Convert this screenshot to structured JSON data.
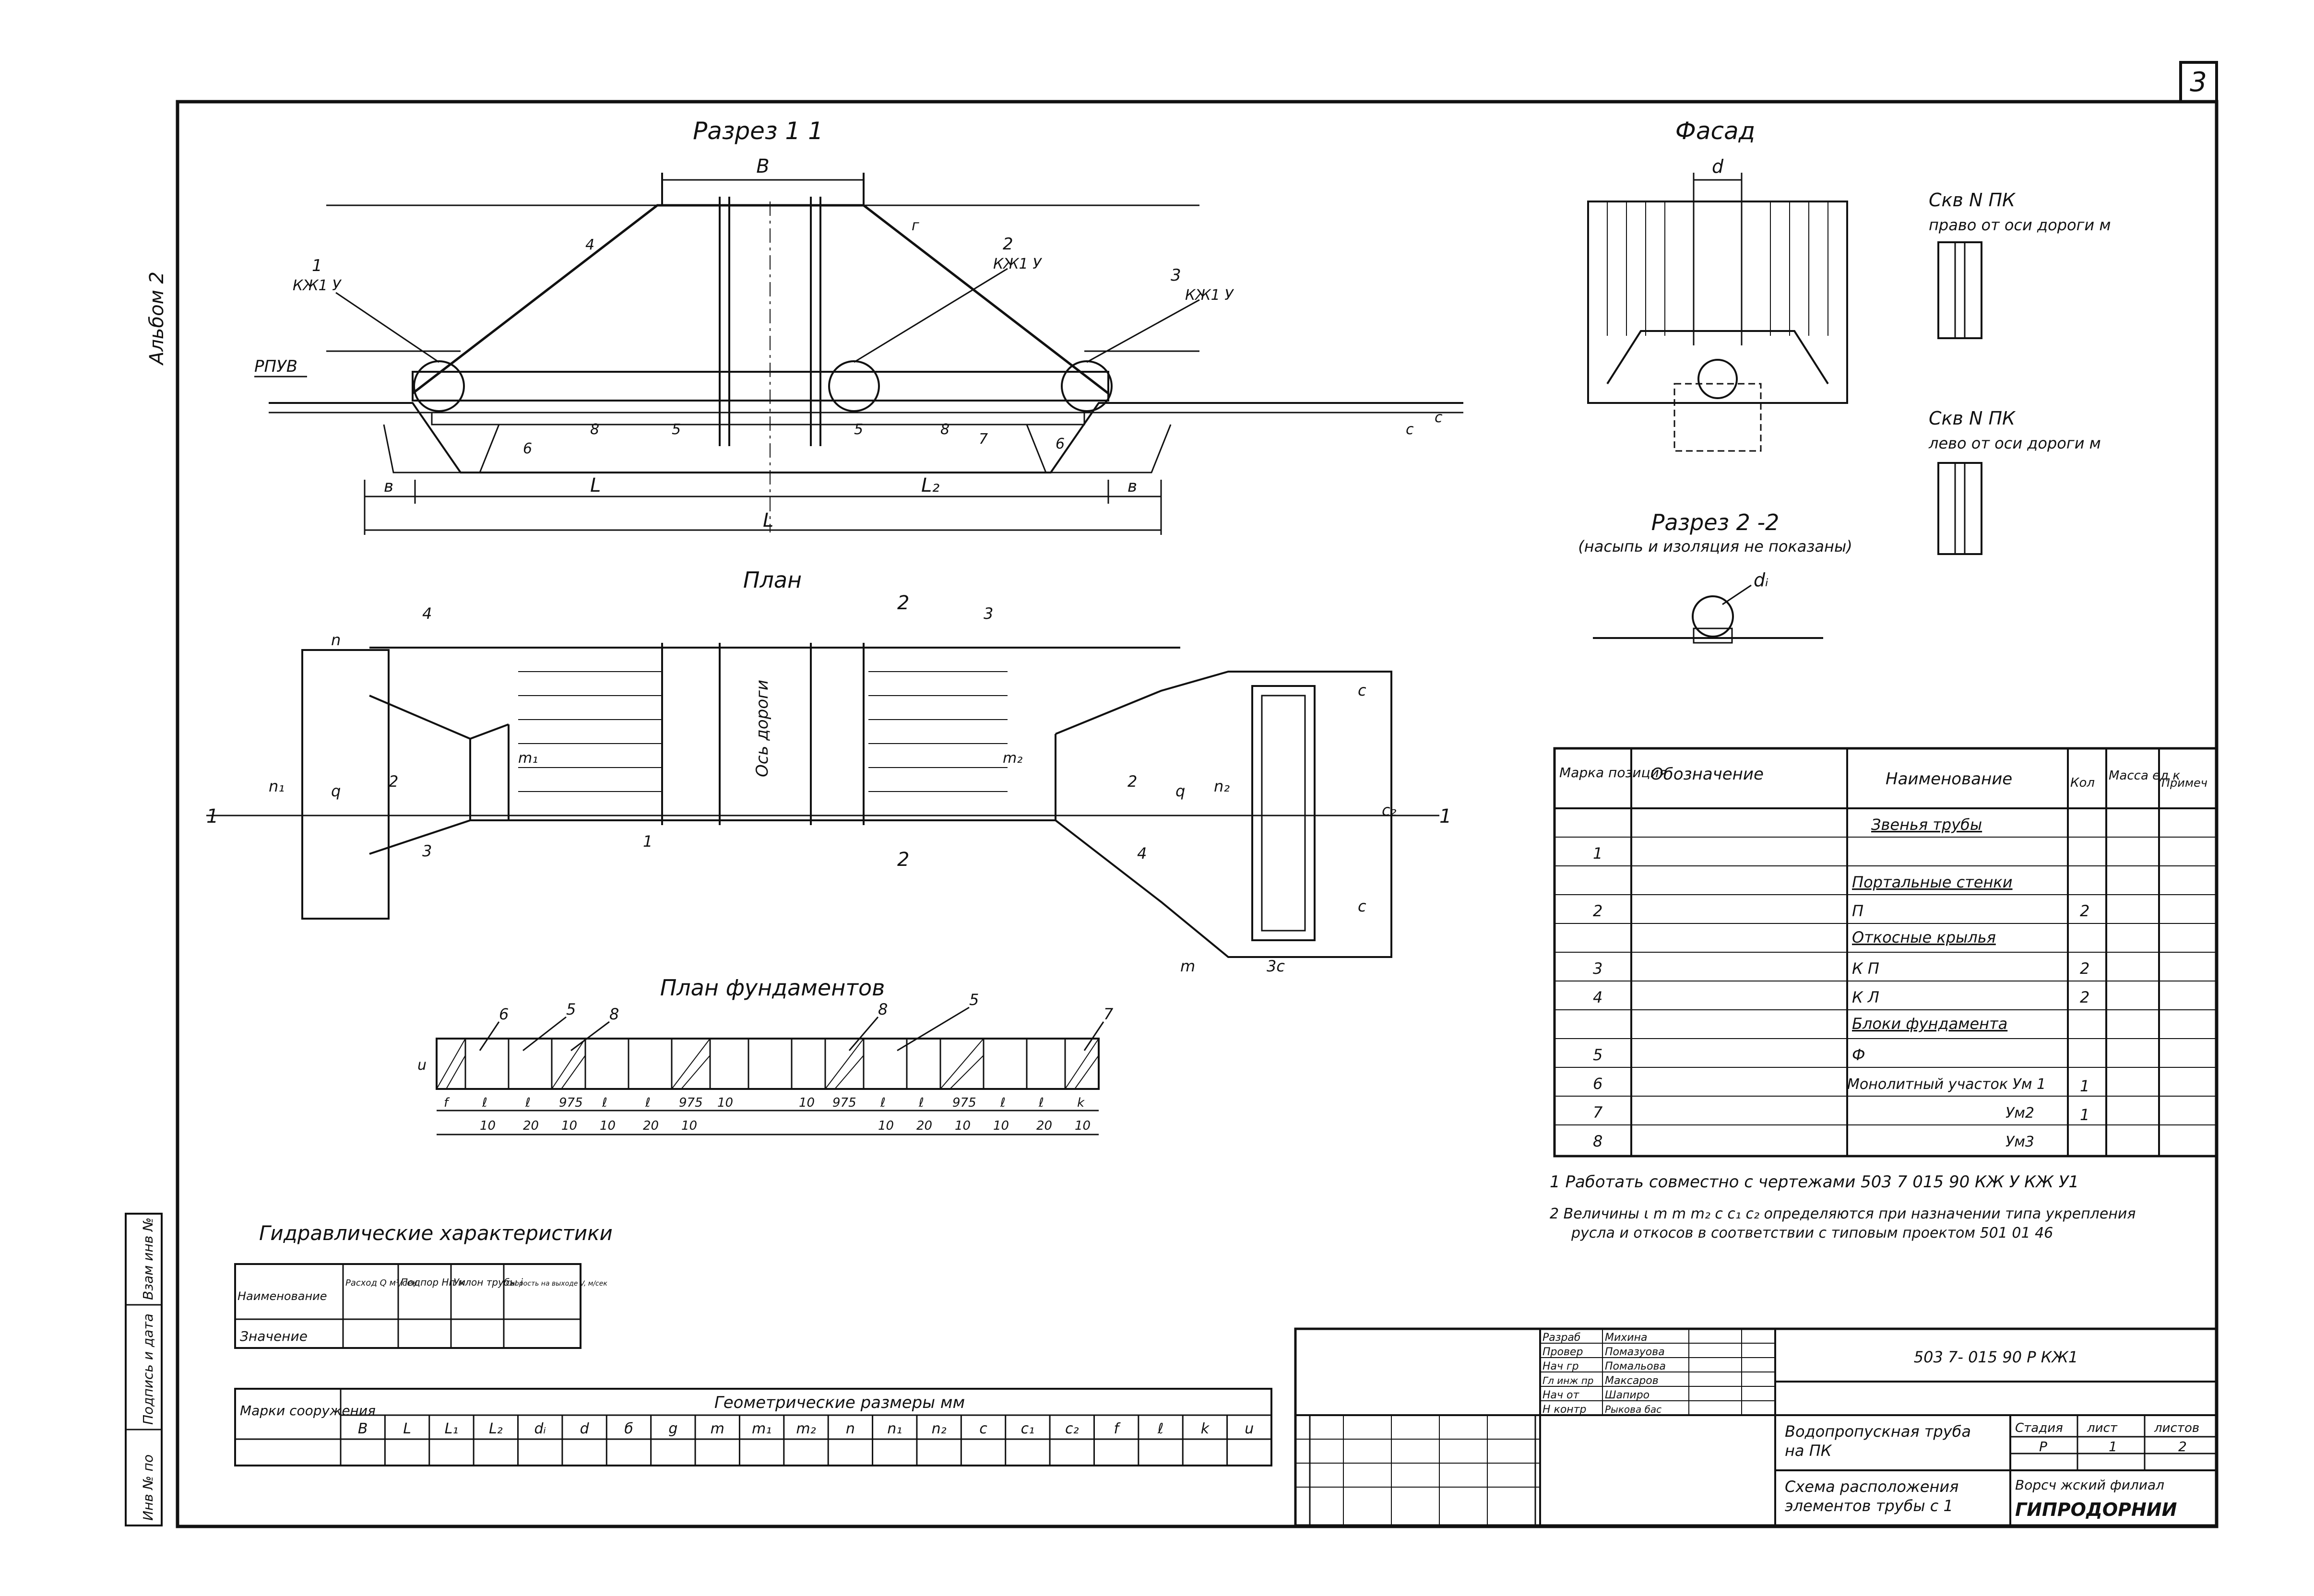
{
  "sheet_number": "3",
  "album_label": "Альбом 2",
  "views": {
    "section_1_1": {
      "title": "Разрез 1 1",
      "dim_B": "B",
      "water_level": "РПУВ",
      "callout_1": "1",
      "callout_1_ref": "КЖ1 У",
      "callout_2": "2",
      "callout_2_ref": "КЖ1 У",
      "callout_3": "3",
      "callout_3_ref": "КЖ1 У",
      "slope_left": "4",
      "slope_right": "г",
      "marks": [
        "6",
        "8",
        "5",
        "5",
        "8",
        "7",
        "6",
        "с",
        "с"
      ],
      "dim_L": "L",
      "dim_L2": "L₂",
      "dim_L_total": "L",
      "dim_b_left": "в",
      "dim_b_right": "в"
    },
    "facade": {
      "title": "Фасад",
      "dim_d": "d"
    },
    "section_2_2": {
      "title": "Разрез 2 -2",
      "subtitle": "(насыпь и изоляция не показаны)",
      "dim_di": "dᵢ"
    },
    "skv_right": {
      "title": "Скв N     ПК",
      "subtitle": "право от оси дороги      м"
    },
    "skv_left": {
      "title": "Скв N     ПК",
      "subtitle": "лево от оси дороги      м"
    },
    "plan": {
      "title": "План",
      "road_axis": "Ось дороги",
      "cut_1_left": "1",
      "cut_1_right": "1",
      "cut_2_top": "2",
      "cut_2_bottom": "2",
      "labels": [
        "n",
        "n₁",
        "q",
        "2",
        "3",
        "4",
        "1",
        "m₁",
        "m₂",
        "2",
        "q",
        "n₂",
        "4",
        "3",
        "c",
        "c",
        "c₂",
        "m",
        "3c"
      ]
    },
    "foundation_plan": {
      "title": "План фундаментов",
      "callouts": [
        "6",
        "5",
        "8",
        "8",
        "5",
        "7"
      ],
      "dim_u": "u",
      "row_labels": [
        "f",
        "ℓ",
        "ℓ",
        "975",
        "ℓ",
        "ℓ",
        "975",
        "10",
        "10",
        "975",
        "ℓ",
        "ℓ",
        "975",
        "ℓ",
        "ℓ",
        "k"
      ],
      "row_sizes": [
        "10",
        "20",
        "10",
        "10",
        "20",
        "10",
        "10",
        "20",
        "10",
        "10",
        "20",
        "10"
      ]
    }
  },
  "spec_table": {
    "headers": [
      "Марка позиция",
      "Обозначение",
      "Наименование",
      "Кол",
      "Масса ед к",
      "Примеч"
    ],
    "rows": [
      {
        "pos": "",
        "name": "Звенья трубы",
        "qty": ""
      },
      {
        "pos": "1",
        "name": "",
        "qty": ""
      },
      {
        "pos": "",
        "name": "Портальные стенки",
        "qty": ""
      },
      {
        "pos": "2",
        "name": "П",
        "qty": "2"
      },
      {
        "pos": "",
        "name": "Откосные крылья",
        "qty": ""
      },
      {
        "pos": "3",
        "name": "К П",
        "qty": "2"
      },
      {
        "pos": "4",
        "name": "К Л",
        "qty": "2"
      },
      {
        "pos": "",
        "name": "Блоки фундамента",
        "qty": ""
      },
      {
        "pos": "5",
        "name": "Ф",
        "qty": ""
      },
      {
        "pos": "6",
        "name": "Монолитный участок Ум 1",
        "qty": "1"
      },
      {
        "pos": "7",
        "name": "Ум2",
        "qty": "1"
      },
      {
        "pos": "8",
        "name": "Ум3",
        "qty": ""
      }
    ]
  },
  "notes": [
    "1 Работать совместно с чертежами 503 7 015 90 КЖ У КЖ У1",
    "2 Величины ι m m m₂ c c₁ c₂ определяются при назначении типа укрепления",
    "русла и откосов в соответствии с типовым проектом 501 01 46"
  ],
  "hydraulic": {
    "title": "Гидравлические характеристики",
    "headers": [
      "Наименование",
      "Расход Q м³/сек",
      "Подпор Нп м",
      "Уклон трубы i",
      "Скорость на выходе V, м/сек"
    ],
    "row_label": "Значение"
  },
  "geometry_table": {
    "group_header": "Геометрические размеры мм",
    "row_header": "Марки сооружения",
    "columns": [
      "B",
      "L",
      "L₁",
      "L₂",
      "dᵢ",
      "d",
      "б",
      "g",
      "m",
      "m₁",
      "m₂",
      "n",
      "n₁",
      "n₂",
      "c",
      "c₁",
      "c₂",
      "f",
      "ℓ",
      "k",
      "u"
    ]
  },
  "title_block": {
    "doc_code": "503 7- 015 90 Р КЖ1",
    "roles": [
      "Разраб",
      "Провер",
      "Нач гр",
      "Гл инж пр",
      "Нач от",
      "Н контр"
    ],
    "names": [
      "Михина",
      "Помазуова",
      "Помальова",
      "Максаров",
      "Шапиро",
      "Рыкова бас"
    ],
    "object_line1": "Водопропускная труба",
    "object_line2": "на ПК",
    "sheet_line1": "Схема расположения",
    "sheet_line2": "элементов трубы с 1",
    "stage_label": "Стадия",
    "sheet_label": "лист",
    "sheets_label": "листов",
    "stage": "Р",
    "sheet": "1",
    "sheets": "2",
    "org_line1": "Ворсч жский филиал",
    "org_line2": "ГИПРОДОРНИИ"
  },
  "side_stamp": [
    "Инв № по",
    "Подпись и дата",
    "Взам инв №"
  ]
}
